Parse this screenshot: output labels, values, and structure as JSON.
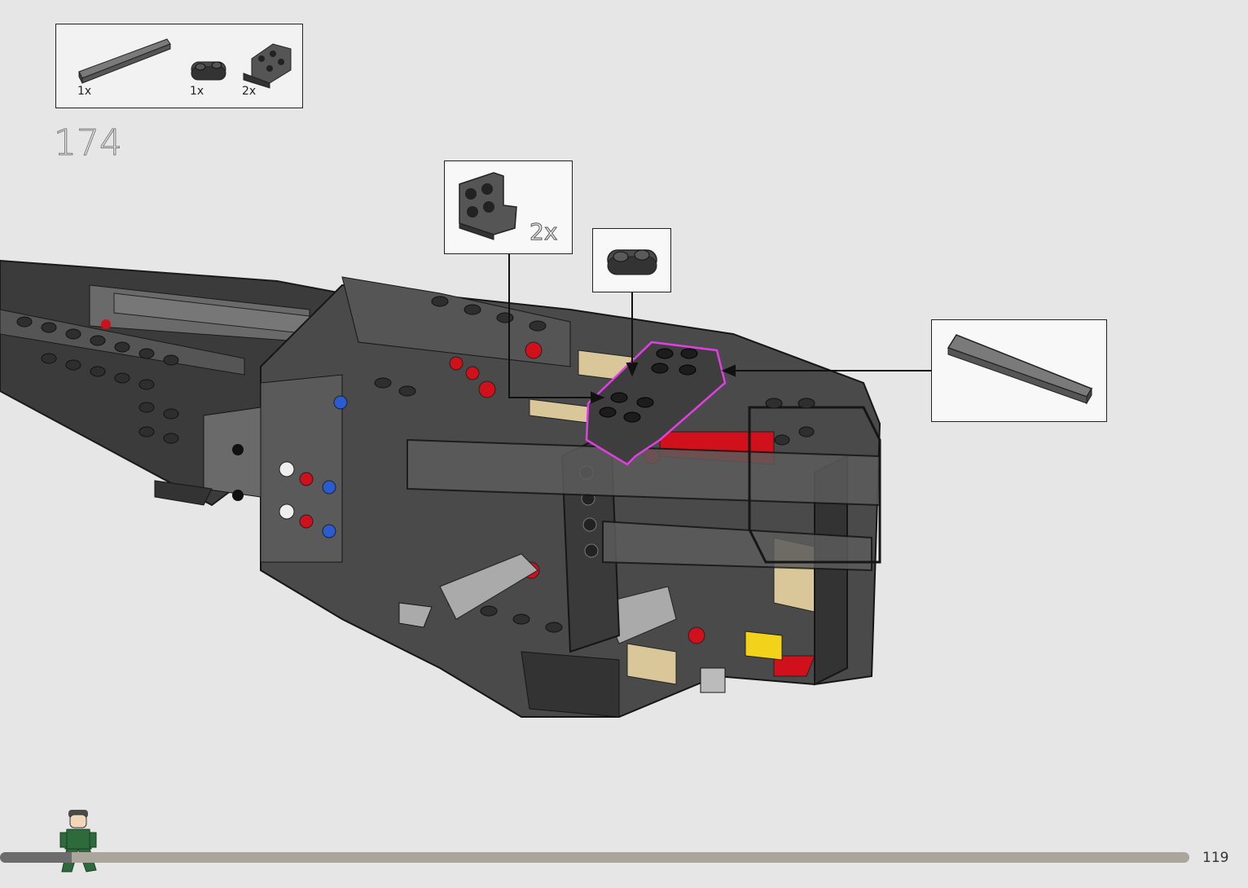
{
  "page": {
    "step_number": "174",
    "page_number": "119"
  },
  "parts_list": [
    {
      "name": "tile-1x8-dark-gray",
      "qty": "1x"
    },
    {
      "name": "plate-1x2-rounded-dark-gray",
      "qty": "1x"
    },
    {
      "name": "bracket-1x2-2x2-dark-gray",
      "qty": "2x"
    }
  ],
  "callouts": {
    "bracket": {
      "qty": "2x"
    }
  },
  "progress": {
    "fraction": 0.06
  },
  "colors": {
    "background": "#e6e6e6",
    "highlight": "#e040e0",
    "dark_gray": "#4a4a4a",
    "red": "#d0101a",
    "tan": "#d9c79a",
    "yellow": "#f2d21a"
  }
}
